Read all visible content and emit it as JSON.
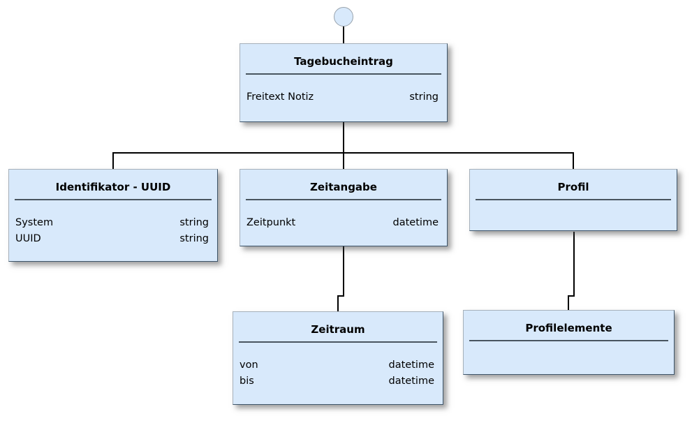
{
  "diagram": {
    "type": "class-tree-diagram",
    "root_marker": "start-circle",
    "colors": {
      "node_fill": "#d8e9fb",
      "node_border_light": "#a6b0ba",
      "node_border_dark": "#3d5469",
      "separator": "#49555f",
      "connector": "#000000",
      "circle_fill": "#d8e9fb",
      "circle_border": "#98a3ad",
      "background": "#ffffff",
      "text": "#000000"
    },
    "nodes": {
      "tagebucheintrag": {
        "title": "Tagebucheintrag",
        "attributes": [
          {
            "name": "Freitext Notiz",
            "type": "string"
          }
        ]
      },
      "identifikator": {
        "title": "Identifikator - UUID",
        "attributes": [
          {
            "name": "System",
            "type": "string"
          },
          {
            "name": "UUID",
            "type": "string"
          }
        ]
      },
      "zeitangabe": {
        "title": "Zeitangabe",
        "attributes": [
          {
            "name": "Zeitpunkt",
            "type": "datetime"
          }
        ]
      },
      "profil": {
        "title": "Profil",
        "attributes": []
      },
      "zeitraum": {
        "title": "Zeitraum",
        "attributes": [
          {
            "name": "von",
            "type": "datetime"
          },
          {
            "name": "bis",
            "type": "datetime"
          }
        ]
      },
      "profilelemente": {
        "title": "Profilelemente",
        "attributes": []
      }
    },
    "edges": [
      {
        "from": "start-circle",
        "to": "Tagebucheintrag"
      },
      {
        "from": "Tagebucheintrag",
        "to": "Identifikator - UUID"
      },
      {
        "from": "Tagebucheintrag",
        "to": "Zeitangabe"
      },
      {
        "from": "Tagebucheintrag",
        "to": "Profil"
      },
      {
        "from": "Zeitangabe",
        "to": "Zeitraum"
      },
      {
        "from": "Profil",
        "to": "Profilelemente"
      }
    ]
  }
}
